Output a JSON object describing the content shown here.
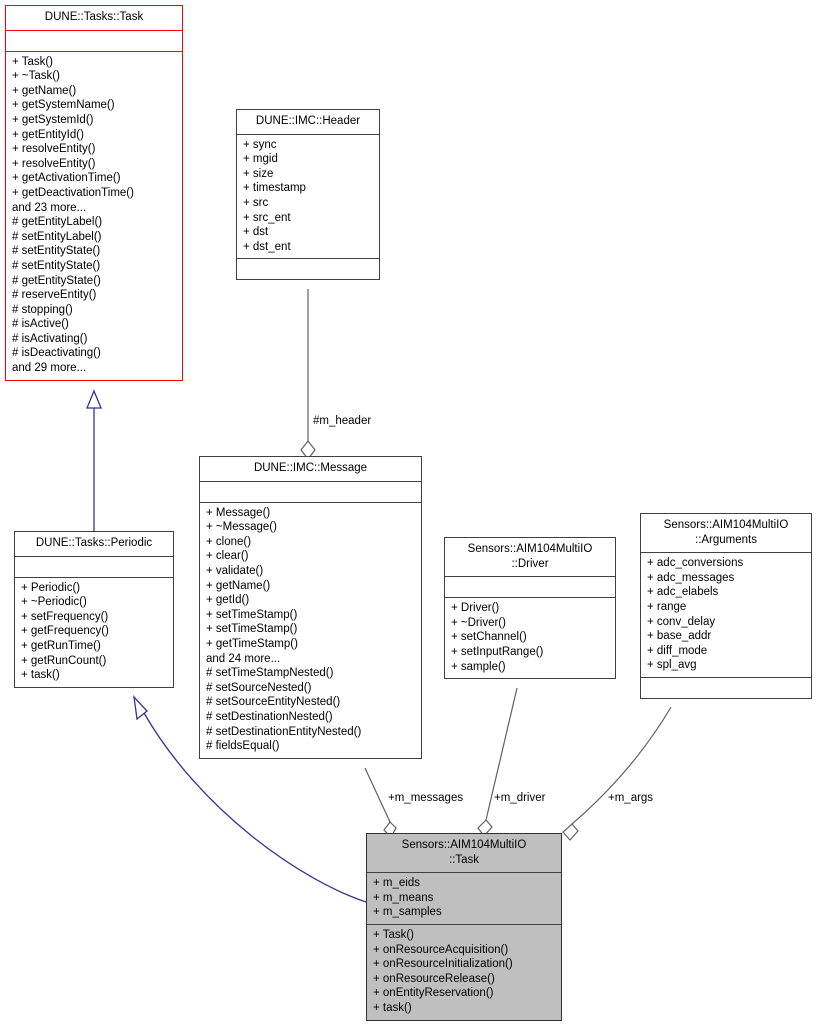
{
  "diagram": {
    "kind": "uml-class-diagram",
    "colors": {
      "highlight_fill": "#bfbfbf",
      "node_border": "#404040",
      "root_border": "#ff0000",
      "inheritance_edge": "#33339a",
      "aggregation_edge": "#606060",
      "background": "#ffffff",
      "text": "#000000"
    },
    "nodes": [
      {
        "id": "dune-tasks-task",
        "title": "DUNE::Tasks::Task",
        "attributes": [],
        "methods": [
          "+ Task()",
          "+ ~Task()",
          "+ getName()",
          "+ getSystemName()",
          "+ getSystemId()",
          "+ getEntityId()",
          "+ resolveEntity()",
          "+ resolveEntity()",
          "+ getActivationTime()",
          "+ getDeactivationTime()",
          "and 23 more...",
          "# getEntityLabel()",
          "# setEntityLabel()",
          "# setEntityState()",
          "# setEntityState()",
          "# getEntityState()",
          "# reserveEntity()",
          "# stopping()",
          "# isActive()",
          "# isActivating()",
          "# isDeactivating()",
          "and 29 more..."
        ]
      },
      {
        "id": "dune-imc-header",
        "title": "DUNE::IMC::Header",
        "attributes": [
          "+ sync",
          "+ mgid",
          "+ size",
          "+ timestamp",
          "+ src",
          "+ src_ent",
          "+ dst",
          "+ dst_ent"
        ],
        "methods": []
      },
      {
        "id": "dune-imc-message",
        "title": "DUNE::IMC::Message",
        "attributes": [],
        "methods": [
          "+ Message()",
          "+ ~Message()",
          "+ clone()",
          "+ clear()",
          "+ validate()",
          "+ getName()",
          "+ getId()",
          "+ setTimeStamp()",
          "+ setTimeStamp()",
          "+ getTimeStamp()",
          "and 24 more...",
          "# setTimeStampNested()",
          "# setSourceNested()",
          "# setSourceEntityNested()",
          "# setDestinationNested()",
          "# setDestinationEntityNested()",
          "# fieldsEqual()"
        ]
      },
      {
        "id": "dune-tasks-periodic",
        "title": "DUNE::Tasks::Periodic",
        "attributes": [],
        "methods": [
          "+ Periodic()",
          "+ ~Periodic()",
          "+ setFrequency()",
          "+ getFrequency()",
          "+ getRunTime()",
          "+ getRunCount()",
          "+ task()"
        ]
      },
      {
        "id": "aim104-driver",
        "title": "Sensors::AIM104MultiIO\n::Driver",
        "attributes": [],
        "methods": [
          "+ Driver()",
          "+ ~Driver()",
          "+ setChannel()",
          "+ setInputRange()",
          "+ sample()"
        ]
      },
      {
        "id": "aim104-arguments",
        "title": "Sensors::AIM104MultiIO\n::Arguments",
        "attributes": [
          "+ adc_conversions",
          "+ adc_messages",
          "+ adc_elabels",
          "+ range",
          "+ conv_delay",
          "+ base_addr",
          "+ diff_mode",
          "+ spl_avg"
        ],
        "methods": []
      },
      {
        "id": "aim104-task",
        "title": "Sensors::AIM104MultiIO\n::Task",
        "attributes": [
          "+ m_eids",
          "+ m_means",
          "+ m_samples"
        ],
        "methods": [
          "+ Task()",
          "+ onResourceAcquisition()",
          "+ onResourceInitialization()",
          "+ onResourceRelease()",
          "+ onEntityReservation()",
          "+ task()"
        ]
      }
    ],
    "edges": [
      {
        "id": "edge-header-message",
        "type": "aggregation",
        "label": "#m_header",
        "from": "dune-imc-header",
        "to": "dune-imc-message"
      },
      {
        "id": "edge-task-periodic",
        "type": "inheritance",
        "label": "",
        "from": "dune-tasks-periodic",
        "to": "dune-tasks-task"
      },
      {
        "id": "edge-periodic-aimtask",
        "type": "inheritance",
        "label": "",
        "from": "aim104-task",
        "to": "dune-tasks-periodic"
      },
      {
        "id": "edge-messages",
        "type": "aggregation",
        "label": "+m_messages",
        "from": "dune-imc-message",
        "to": "aim104-task"
      },
      {
        "id": "edge-driver",
        "type": "aggregation",
        "label": "+m_driver",
        "from": "aim104-driver",
        "to": "aim104-task"
      },
      {
        "id": "edge-args",
        "type": "aggregation",
        "label": "+m_args",
        "from": "aim104-arguments",
        "to": "aim104-task"
      }
    ]
  }
}
